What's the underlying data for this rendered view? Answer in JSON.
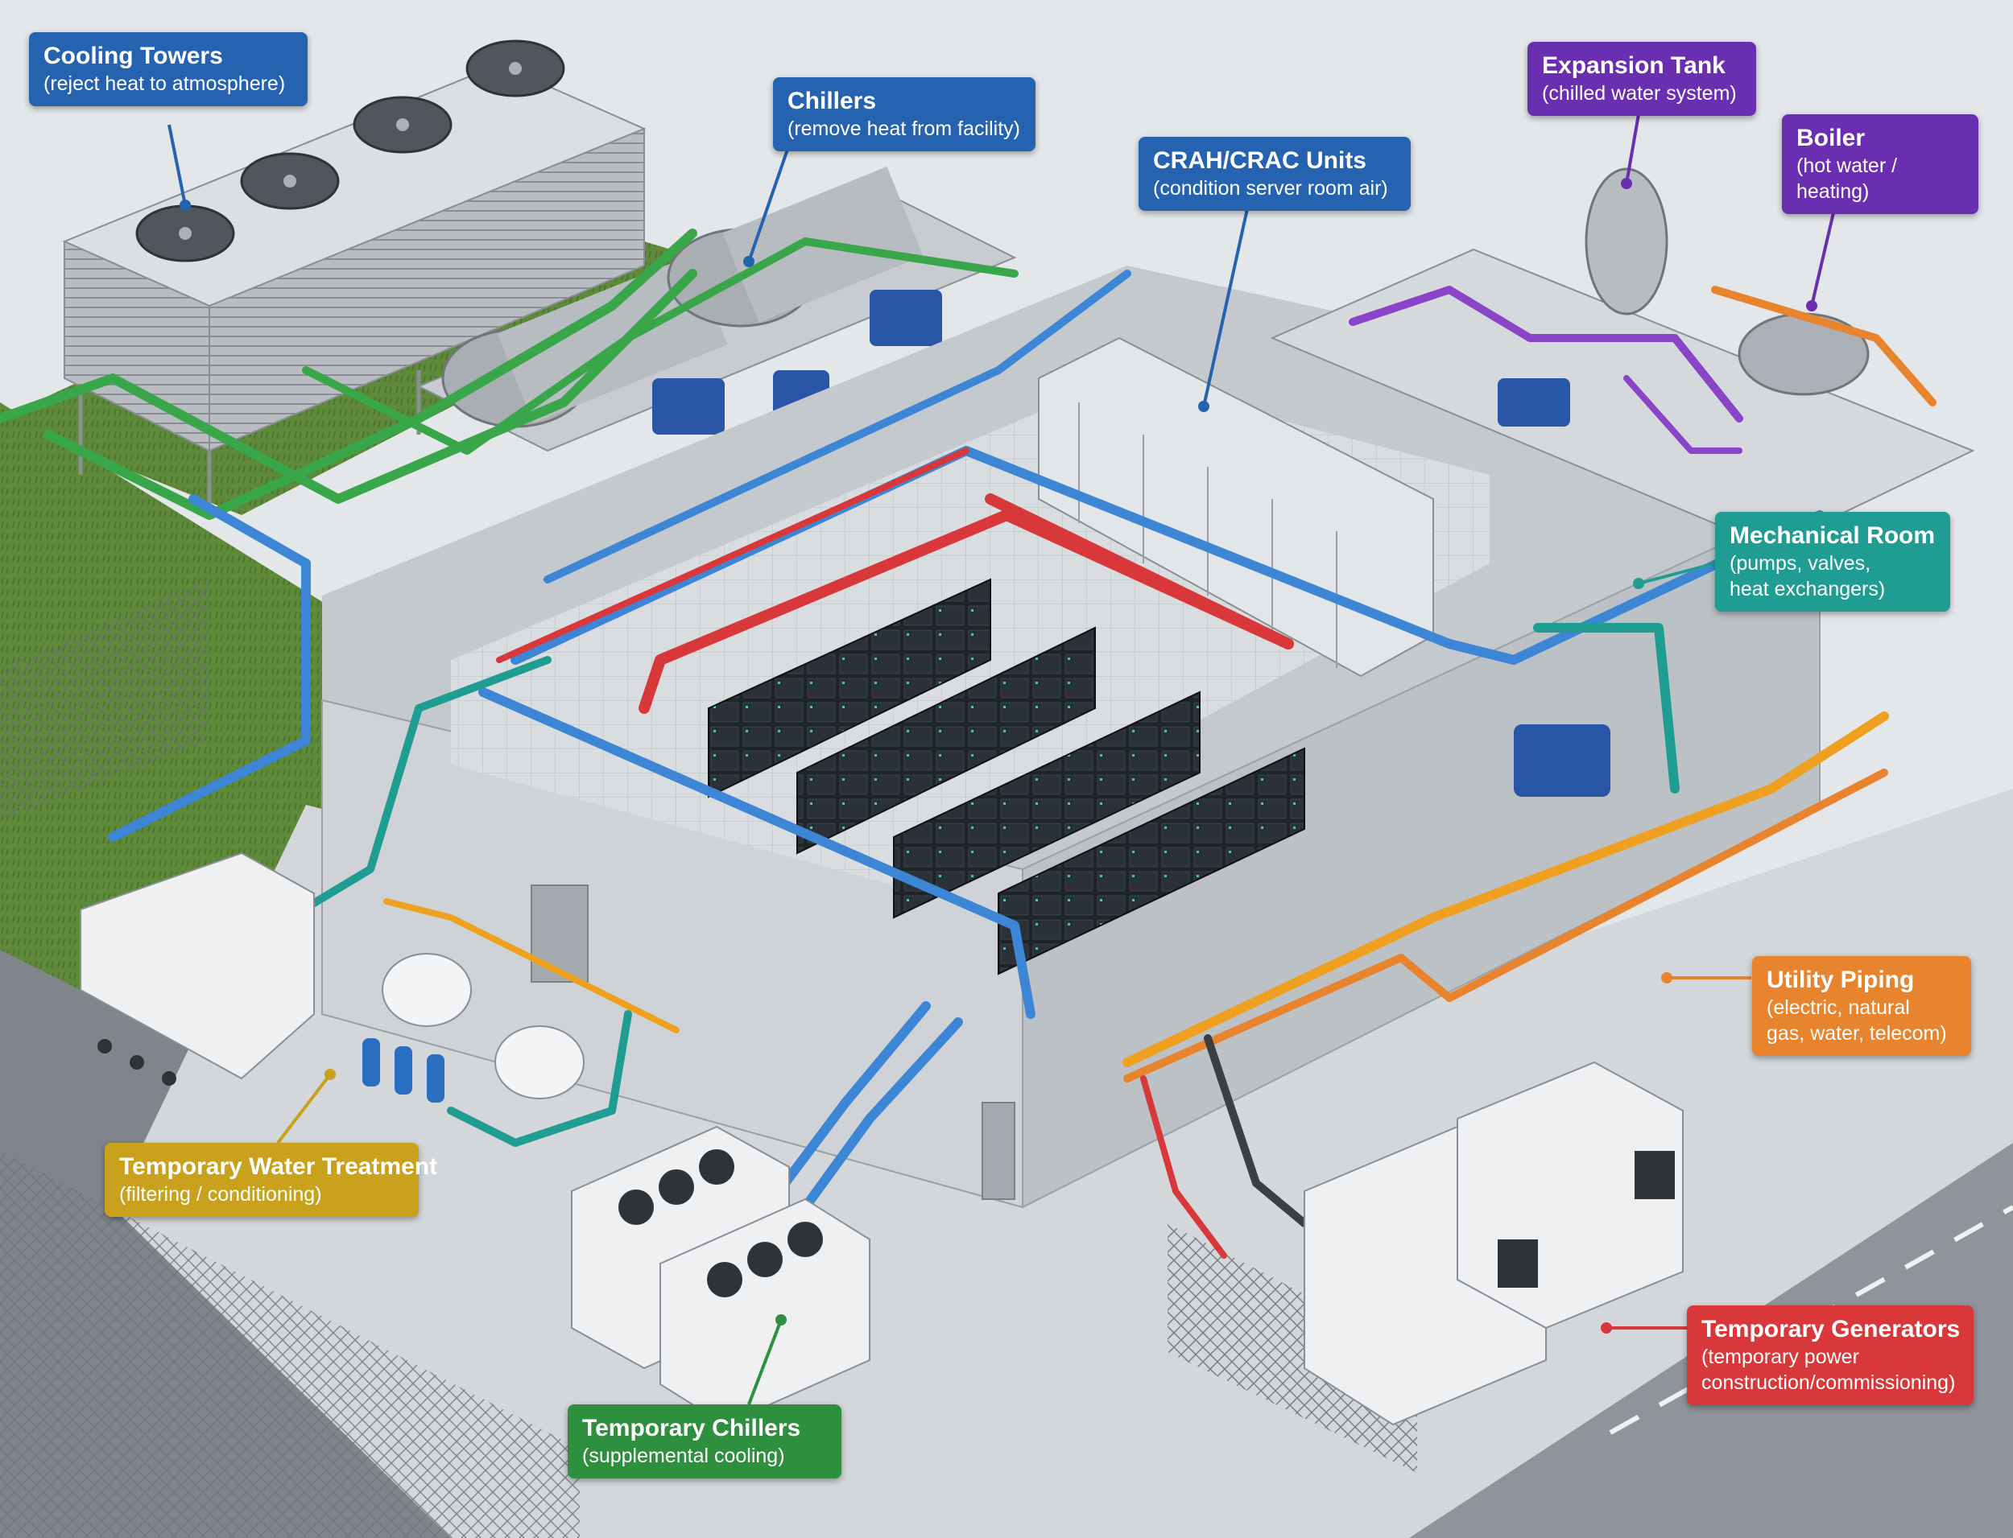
{
  "labels": {
    "cooling_towers": {
      "title": "Cooling Towers",
      "desc": "(reject heat to atmosphere)",
      "color": "#2563b0"
    },
    "chillers": {
      "title": "Chillers",
      "desc": "(remove heat from facility)",
      "color": "#2563b0"
    },
    "crah_crac": {
      "title": "CRAH/CRAC Units",
      "desc": "(condition server room air)",
      "color": "#2563b0"
    },
    "expansion_tank": {
      "title": "Expansion Tank",
      "desc": "(chilled water system)",
      "color": "#6a2fb0"
    },
    "boiler": {
      "title": "Boiler",
      "desc": "(hot water / heating)",
      "color": "#6a2fb0"
    },
    "mechanical_room": {
      "title": "Mechanical Room",
      "desc": "(pumps, valves,\nheat exchangers)",
      "color": "#1f9d93"
    },
    "utility_piping": {
      "title": "Utility Piping",
      "desc": "(electric, natural\ngas, water, telecom)",
      "color": "#e8832e"
    },
    "temp_water_treatment": {
      "title": "Temporary Water Treatment",
      "desc": "(filtering / conditioning)",
      "color": "#c9a11c"
    },
    "temp_chillers": {
      "title": "Temporary Chillers",
      "desc": "(supplemental cooling)",
      "color": "#2e8f3e"
    },
    "temp_generators": {
      "title": "Temporary Generators",
      "desc": "(temporary power\nconstruction/commissioning)",
      "color": "#d9383a"
    }
  },
  "colors": {
    "chilled_water_pipe": "#3d86d6",
    "condenser_pipe": "#3aa64a",
    "hot_pipe": "#d9383a",
    "utility_pipe": "#f0a020",
    "teal_pipe": "#1f9d93",
    "heating_pipe": "#8a44c8",
    "concrete": "#cfd3d7",
    "grass": "#5e8a3a",
    "asphalt": "#8e949a"
  }
}
